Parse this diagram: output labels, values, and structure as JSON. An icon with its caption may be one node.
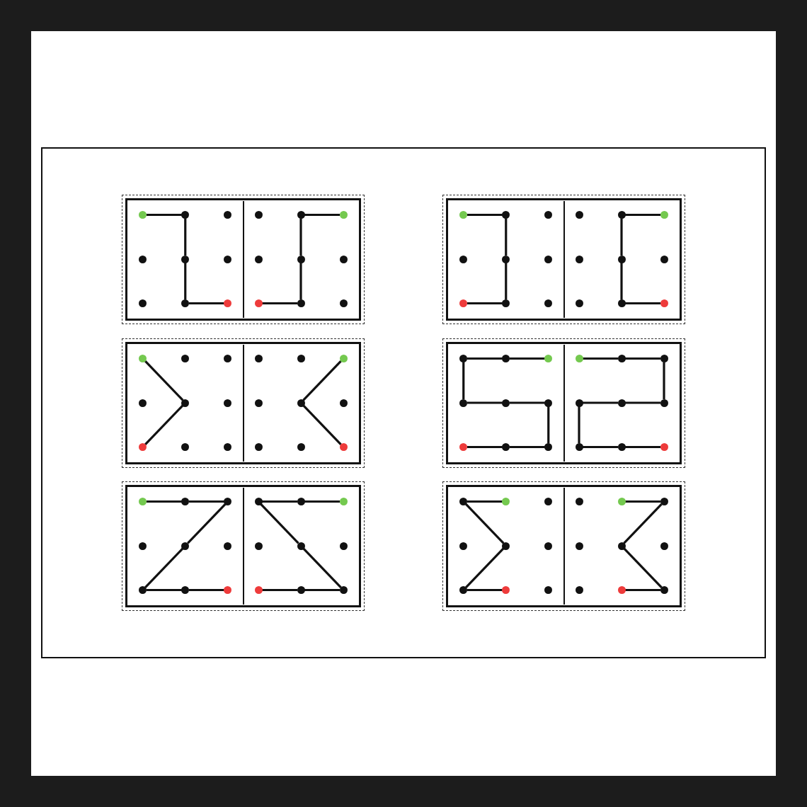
{
  "diagram": {
    "nodes": [
      {
        "text": [],
        "shape": "box"
      },
      {
        "text": [],
        "shape": "box",
        "in": 0
      },
      {
        "text": [],
        "shape": "box",
        "in": 1
      },
      {
        "text": [],
        "shape": "circle",
        "in": 2
      },
      {
        "text": [],
        "shape": "circle",
        "in": 2
      },
      {
        "text": [],
        "shape": "circle",
        "in": 2
      },
      {
        "text": [],
        "shape": "circle",
        "in": 2
      },
      {
        "text": [],
        "shape": "circle",
        "in": 2
      },
      {
        "text": [],
        "shape": "circle",
        "in": 2
      },
      {
        "text": [],
        "shape": "circle",
        "in": 2
      },
      {
        "text": [],
        "shape": "circle",
        "in": 2
      },
      {
        "text": [],
        "shape": "circle",
        "in": 2
      },
      {
        "text": [],
        "shape": "box",
        "in": 1
      },
      {
        "text": [],
        "shape": "circle",
        "in": 12
      },
      {
        "text": [],
        "shape": "circle",
        "in": 12
      },
      {
        "text": [],
        "shape": "circle",
        "in": 12
      },
      {
        "text": [],
        "shape": "circle",
        "in": 12
      },
      {
        "text": [],
        "shape": "circle",
        "in": 12
      },
      {
        "text": [],
        "shape": "circle",
        "in": 12
      },
      {
        "text": [],
        "shape": "circle",
        "in": 12
      },
      {
        "text": [],
        "shape": "circle",
        "in": 12
      },
      {
        "text": [],
        "shape": "circle",
        "in": 12
      },
      {
        "text": [],
        "shape": "box",
        "in": 0
      },
      {
        "text": [],
        "shape": "box",
        "in": 22
      },
      {
        "text": [],
        "shape": "circle",
        "in": 23
      },
      {
        "text": [],
        "shape": "circle",
        "in": 23
      },
      {
        "text": [],
        "shape": "circle",
        "in": 23
      },
      {
        "text": [],
        "shape": "circle",
        "in": 23
      },
      {
        "text": [],
        "shape": "circle",
        "in": 23
      },
      {
        "text": [],
        "shape": "circle",
        "in": 23
      },
      {
        "text": [],
        "shape": "circle",
        "in": 23
      },
      {
        "text": [],
        "shape": "circle",
        "in": 23
      },
      {
        "text": [],
        "shape": "circle",
        "in": 23
      },
      {
        "text": [],
        "shape": "box",
        "in": 22
      },
      {
        "text": [],
        "shape": "circle",
        "in": 33
      },
      {
        "text": [],
        "shape": "circle",
        "in": 33
      },
      {
        "text": [],
        "shape": "circle",
        "in": 33
      },
      {
        "text": [],
        "shape": "circle",
        "in": 33
      },
      {
        "text": [],
        "shape": "circle",
        "in": 33
      },
      {
        "text": [],
        "shape": "circle",
        "in": 33
      },
      {
        "text": [],
        "shape": "circle",
        "in": 33
      },
      {
        "text": [],
        "shape": "circle",
        "in": 33
      },
      {
        "text": [],
        "shape": "circle",
        "in": 33
      },
      {
        "text": [],
        "shape": "box",
        "in": 0
      },
      {
        "text": [],
        "shape": "box",
        "in": 43
      },
      {
        "text": [],
        "shape": "circle",
        "in": 44
      },
      {
        "text": [],
        "shape": "circle",
        "in": 44
      },
      {
        "text": [],
        "shape": "circle",
        "in": 44
      },
      {
        "text": [],
        "shape": "circle",
        "in": 44
      },
      {
        "text": [],
        "shape": "circle",
        "in": 44
      },
      {
        "text": [],
        "shape": "circle",
        "in": 44
      },
      {
        "text": [],
        "shape": "circle",
        "in": 44
      },
      {
        "text": [],
        "shape": "circle",
        "in": 44
      },
      {
        "text": [],
        "shape": "circle",
        "in": 44
      },
      {
        "text": [],
        "shape": "box",
        "in": 43
      },
      {
        "text": [],
        "shape": "circle",
        "in": 54
      },
      {
        "text": [],
        "shape": "circle",
        "in": 54
      },
      {
        "text": [],
        "shape": "circle",
        "in": 54
      },
      {
        "text": [],
        "shape": "circle",
        "in": 54
      },
      {
        "text": [],
        "shape": "circle",
        "in": 54
      },
      {
        "text": [],
        "shape": "circle",
        "in": 54
      },
      {
        "text": [],
        "shape": "circle",
        "in": 54
      },
      {
        "text": [],
        "shape": "circle",
        "in": 54
      },
      {
        "text": [],
        "shape": "circle",
        "in": 54
      },
      {
        "text": [],
        "shape": "box",
        "in": 0
      },
      {
        "text": [],
        "shape": "box",
        "in": 64
      },
      {
        "text": [],
        "shape": "circle",
        "in": 65
      },
      {
        "text": [],
        "shape": "circle",
        "in": 65
      },
      {
        "text": [],
        "shape": "circle",
        "in": 65
      },
      {
        "text": [],
        "shape": "circle",
        "in": 65
      },
      {
        "text": [],
        "shape": "circle",
        "in": 65
      },
      {
        "text": [],
        "shape": "circle",
        "in": 65
      },
      {
        "text": [],
        "shape": "circle",
        "in": 65
      },
      {
        "text": [],
        "shape": "circle",
        "in": 65
      },
      {
        "text": [],
        "shape": "circle",
        "in": 65
      },
      {
        "text": [],
        "shape": "box",
        "in": 64
      },
      {
        "text": [],
        "shape": "circle",
        "in": 75
      },
      {
        "text": [],
        "shape": "circle",
        "in": 75
      },
      {
        "text": [],
        "shape": "circle",
        "in": 75
      },
      {
        "text": [],
        "shape": "circle",
        "in": 75
      },
      {
        "text": [],
        "shape": "circle",
        "in": 75
      },
      {
        "text": [],
        "shape": "circle",
        "in": 75
      },
      {
        "text": [],
        "shape": "circle",
        "in": 75
      },
      {
        "text": [],
        "shape": "circle",
        "in": 75
      },
      {
        "text": [],
        "shape": "circle",
        "in": 75
      },
      {
        "text": [],
        "shape": "box",
        "in": 0
      },
      {
        "text": [],
        "shape": "box",
        "in": 85
      },
      {
        "text": [],
        "shape": "circle",
        "in": 86
      },
      {
        "text": [],
        "shape": "circle",
        "in": 86
      },
      {
        "text": [],
        "shape": "circle",
        "in": 86
      },
      {
        "text": [],
        "shape": "circle",
        "in": 86
      },
      {
        "text": [],
        "shape": "circle",
        "in": 86
      },
      {
        "text": [],
        "shape": "circle",
        "in": 86
      },
      {
        "text": [],
        "shape": "circle",
        "in": 86
      },
      {
        "text": [],
        "shape": "circle",
        "in": 86
      },
      {
        "text": [],
        "shape": "circle",
        "in": 86
      },
      {
        "text": [],
        "shape": "box",
        "in": 85
      },
      {
        "text": [],
        "shape": "circle",
        "in": 96
      },
      {
        "text": [],
        "shape": "circle",
        "in": 96
      },
      {
        "text": [],
        "shape": "circle",
        "in": 96
      },
      {
        "text": [],
        "shape": "circle",
        "in": 96
      },
      {
        "text": [],
        "shape": "circle",
        "in": 96
      },
      {
        "text": [],
        "shape": "circle",
        "in": 96
      },
      {
        "text": [],
        "shape": "circle",
        "in": 96
      },
      {
        "text": [],
        "shape": "circle",
        "in": 96
      },
      {
        "text": [],
        "shape": "circle",
        "in": 96
      },
      {
        "text": [],
        "shape": "box",
        "in": 0
      },
      {
        "text": [],
        "shape": "box",
        "in": 106
      },
      {
        "text": [],
        "shape": "circle",
        "in": 107
      },
      {
        "text": [],
        "shape": "circle",
        "in": 107
      },
      {
        "text": [],
        "shape": "circle",
        "in": 107
      },
      {
        "text": [],
        "shape": "circle",
        "in": 107
      },
      {
        "text": [],
        "shape": "circle",
        "in": 107
      },
      {
        "text": [],
        "shape": "circle",
        "in": 107
      },
      {
        "text": [],
        "shape": "circle",
        "in": 107
      },
      {
        "text": [],
        "shape": "circle",
        "in": 107
      },
      {
        "text": [],
        "shape": "circle",
        "in": 107
      },
      {
        "text": [],
        "shape": "box",
        "in": 106
      },
      {
        "text": [],
        "shape": "circle",
        "in": 117
      },
      {
        "text": [],
        "shape": "circle",
        "in": 117
      },
      {
        "text": [],
        "shape": "circle",
        "in": 117
      },
      {
        "text": [],
        "shape": "circle",
        "in": 117
      },
      {
        "text": [],
        "shape": "circle",
        "in": 117
      },
      {
        "text": [],
        "shape": "circle",
        "in": 117
      },
      {
        "text": [],
        "shape": "circle",
        "in": 117
      },
      {
        "text": [],
        "shape": "circle",
        "in": 117
      },
      {
        "text": [],
        "shape": "circle",
        "in": 117
      }
    ],
    "edges": [
      {
        "from": 3,
        "to": 4,
        "arrow": "none"
      },
      {
        "from": 4,
        "to": 7,
        "arrow": "none"
      },
      {
        "from": 7,
        "to": 10,
        "arrow": "none"
      },
      {
        "from": 10,
        "to": 11,
        "arrow": "none"
      },
      {
        "from": 15,
        "to": 14,
        "arrow": "none"
      },
      {
        "from": 14,
        "to": 17,
        "arrow": "none"
      },
      {
        "from": 17,
        "to": 20,
        "arrow": "none"
      },
      {
        "from": 20,
        "to": 19,
        "arrow": "none"
      },
      {
        "from": 24,
        "to": 25,
        "arrow": "none"
      },
      {
        "from": 25,
        "to": 28,
        "arrow": "none"
      },
      {
        "from": 28,
        "to": 31,
        "arrow": "none"
      },
      {
        "from": 31,
        "to": 30,
        "arrow": "none"
      },
      {
        "from": 36,
        "to": 35,
        "arrow": "none"
      },
      {
        "from": 35,
        "to": 38,
        "arrow": "none"
      },
      {
        "from": 38,
        "to": 41,
        "arrow": "none"
      },
      {
        "from": 41,
        "to": 42,
        "arrow": "none"
      },
      {
        "from": 45,
        "to": 49,
        "arrow": "none"
      },
      {
        "from": 49,
        "to": 51,
        "arrow": "none"
      },
      {
        "from": 57,
        "to": 59,
        "arrow": "none"
      },
      {
        "from": 59,
        "to": 63,
        "arrow": "none"
      },
      {
        "from": 68,
        "to": 67,
        "arrow": "none"
      },
      {
        "from": 67,
        "to": 66,
        "arrow": "none"
      },
      {
        "from": 66,
        "to": 69,
        "arrow": "none"
      },
      {
        "from": 69,
        "to": 70,
        "arrow": "none"
      },
      {
        "from": 70,
        "to": 71,
        "arrow": "none"
      },
      {
        "from": 71,
        "to": 74,
        "arrow": "none"
      },
      {
        "from": 74,
        "to": 73,
        "arrow": "none"
      },
      {
        "from": 73,
        "to": 72,
        "arrow": "none"
      },
      {
        "from": 76,
        "to": 77,
        "arrow": "none"
      },
      {
        "from": 77,
        "to": 78,
        "arrow": "none"
      },
      {
        "from": 78,
        "to": 81,
        "arrow": "none"
      },
      {
        "from": 81,
        "to": 80,
        "arrow": "none"
      },
      {
        "from": 80,
        "to": 79,
        "arrow": "none"
      },
      {
        "from": 79,
        "to": 82,
        "arrow": "none"
      },
      {
        "from": 82,
        "to": 83,
        "arrow": "none"
      },
      {
        "from": 83,
        "to": 84,
        "arrow": "none"
      },
      {
        "from": 87,
        "to": 88,
        "arrow": "none"
      },
      {
        "from": 88,
        "to": 89,
        "arrow": "none"
      },
      {
        "from": 89,
        "to": 91,
        "arrow": "none"
      },
      {
        "from": 91,
        "to": 93,
        "arrow": "none"
      },
      {
        "from": 93,
        "to": 94,
        "arrow": "none"
      },
      {
        "from": 94,
        "to": 95,
        "arrow": "none"
      },
      {
        "from": 99,
        "to": 98,
        "arrow": "none"
      },
      {
        "from": 98,
        "to": 97,
        "arrow": "none"
      },
      {
        "from": 97,
        "to": 101,
        "arrow": "none"
      },
      {
        "from": 101,
        "to": 105,
        "arrow": "none"
      },
      {
        "from": 105,
        "to": 104,
        "arrow": "none"
      },
      {
        "from": 104,
        "to": 103,
        "arrow": "none"
      },
      {
        "from": 109,
        "to": 108,
        "arrow": "none"
      },
      {
        "from": 108,
        "to": 112,
        "arrow": "none"
      },
      {
        "from": 112,
        "to": 114,
        "arrow": "none"
      },
      {
        "from": 114,
        "to": 115,
        "arrow": "none"
      },
      {
        "from": 119,
        "to": 120,
        "arrow": "none"
      },
      {
        "from": 120,
        "to": 122,
        "arrow": "none"
      },
      {
        "from": 122,
        "to": 126,
        "arrow": "none"
      },
      {
        "from": 126,
        "to": 125,
        "arrow": "none"
      }
    ]
  }
}
